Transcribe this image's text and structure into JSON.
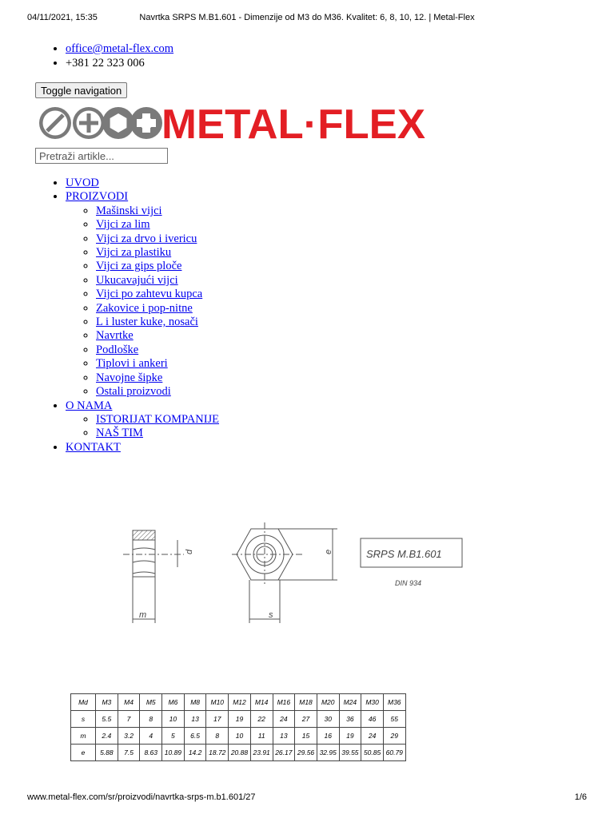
{
  "print_header": {
    "datetime": "04/11/2021, 15:35",
    "title": "Navrtka SRPS M.B1.601 - Dimenzije od M3 do M36. Kvalitet: 6, 8, 10, 12. | Metal-Flex"
  },
  "contact": {
    "email": "office@metal-flex.com",
    "phone": "+381 22 323 006"
  },
  "toggle_nav_label": "Toggle navigation",
  "logo": {
    "text": "METAL·FLEX",
    "brand_color": "#e31e24",
    "icon_color": "#7a7a7a"
  },
  "search": {
    "placeholder": "Pretraži artikle..."
  },
  "nav": {
    "uvod": "UVOD",
    "proizvodi": {
      "label": "PROIZVODI",
      "items": [
        "Mašinski vijci",
        "Vijci za lim",
        "Vijci za drvo i ivericu",
        "Vijci za plastiku",
        "Vijci za gips ploče",
        "Ukucavajući vijci",
        "Vijci po zahtevu kupca",
        "Zakovice i pop-nitne",
        "L i luster kuke, nosači",
        "Navrtke",
        "Podloške",
        "Tiplovi i ankeri",
        "Navojne šipke",
        "Ostali proizvodi"
      ]
    },
    "o_nama": {
      "label": "O NAMA",
      "items": [
        "ISTORIJAT KOMPANIJE",
        "NAŠ TIM"
      ]
    },
    "kontakt": "KONTAKT"
  },
  "drawing": {
    "label_m": "m",
    "label_d": "d",
    "label_s": "s",
    "label_e": "e",
    "standard": "SRPS M.B1.601",
    "din": "DIN 934"
  },
  "dimensions_table": {
    "rows": [
      [
        "Md",
        "M3",
        "M4",
        "M5",
        "M6",
        "M8",
        "M10",
        "M12",
        "M14",
        "M16",
        "M18",
        "M20",
        "M24",
        "M30",
        "M36"
      ],
      [
        "s",
        "5.5",
        "7",
        "8",
        "10",
        "13",
        "17",
        "19",
        "22",
        "24",
        "27",
        "30",
        "36",
        "46",
        "55"
      ],
      [
        "m",
        "2.4",
        "3.2",
        "4",
        "5",
        "6.5",
        "8",
        "10",
        "11",
        "13",
        "15",
        "16",
        "19",
        "24",
        "29"
      ],
      [
        "e",
        "5.88",
        "7.5",
        "8.63",
        "10.89",
        "14.2",
        "18.72",
        "20.88",
        "23.91",
        "26.17",
        "29.56",
        "32.95",
        "39.55",
        "50.85",
        "60.79"
      ]
    ]
  },
  "print_footer": {
    "url": "www.metal-flex.com/sr/proizvodi/navrtka-srps-m.b1.601/27",
    "pages": "1/6"
  }
}
